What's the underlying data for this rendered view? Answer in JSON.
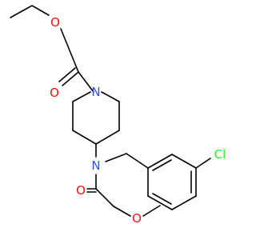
{
  "molecule": {
    "colors": {
      "bond": "#000000",
      "oxygen": "#ff0d0d",
      "nitrogen": "#3050f8",
      "chlorine": "#1ff01f"
    },
    "atoms": [
      {
        "id": "o_ester_top",
        "symbol": "O",
        "element": "oxygen"
      },
      {
        "id": "o_carbonyl_ester",
        "symbol": "O",
        "element": "oxygen"
      },
      {
        "id": "n_piperidine",
        "symbol": "N",
        "element": "nitrogen"
      },
      {
        "id": "n_ring",
        "symbol": "N",
        "element": "nitrogen"
      },
      {
        "id": "o_lactam",
        "symbol": "O",
        "element": "oxygen"
      },
      {
        "id": "o_ring_ether",
        "symbol": "O",
        "element": "oxygen"
      },
      {
        "id": "cl_substituent",
        "symbol": "Cl",
        "element": "chlorine"
      }
    ]
  }
}
